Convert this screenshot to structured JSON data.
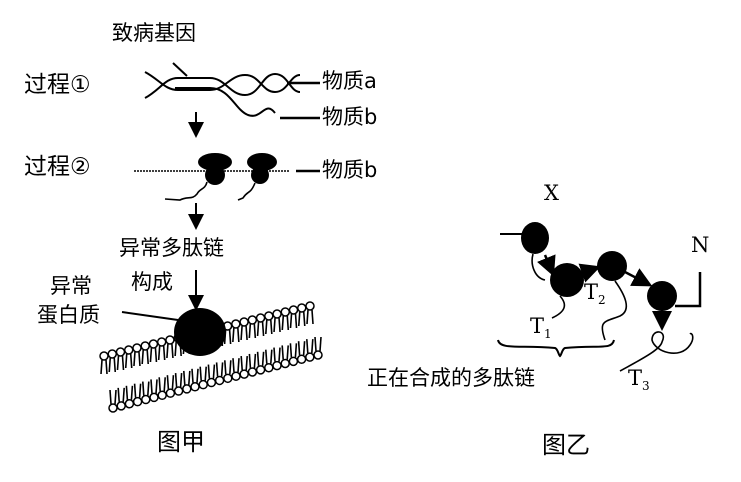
{
  "figure_a": {
    "caption": "图甲",
    "gene_label": "致病基因",
    "process1": "过程①",
    "process2": "过程②",
    "substance_a": "物质a",
    "substance_b1": "物质b",
    "substance_b2": "物质b",
    "abnormal_polypeptide": "异常多肽链",
    "constitute": "构成",
    "abnormal_protein_1": "异常",
    "abnormal_protein_2": "蛋白质"
  },
  "figure_b": {
    "caption": "图乙",
    "x_label": "X",
    "n_label": "N",
    "t1": "T",
    "t1_sub": "1",
    "t2": "T",
    "t2_sub": "2",
    "t3": "T",
    "t3_sub": "3",
    "polypeptide_label": "正在合成的多肽链"
  }
}
